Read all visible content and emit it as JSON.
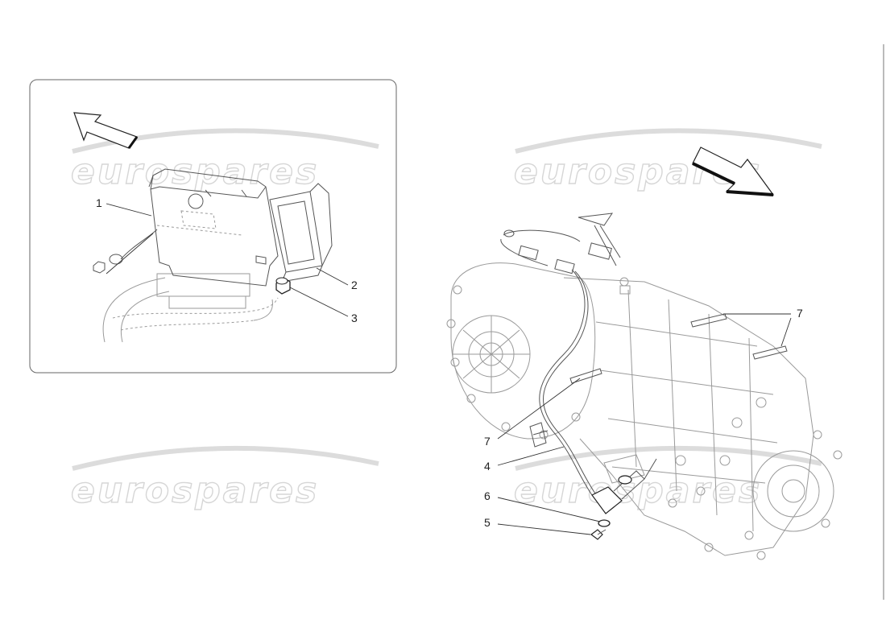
{
  "watermark": {
    "text": "eurospares"
  },
  "inset": {
    "callouts": {
      "c1": "1",
      "c2": "2",
      "c3": "3"
    }
  },
  "main": {
    "callouts": {
      "c7a": "7",
      "c7b": "7",
      "c4": "4",
      "c6": "6",
      "c5": "5"
    }
  }
}
